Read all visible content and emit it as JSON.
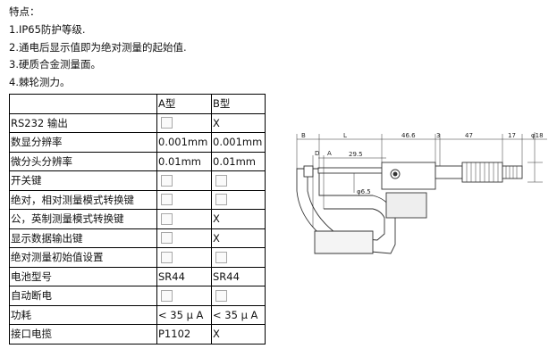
{
  "features": {
    "title": "特点：",
    "items": [
      "1.IP65防护等级.",
      "2.通电后显示值即为绝对测量的起始值.",
      "3.硬质合金测量面。",
      "4.棘轮测力。"
    ]
  },
  "table": {
    "headers": [
      "",
      "A型",
      "B型"
    ],
    "rows": [
      {
        "label": "RS232 输出",
        "a": "",
        "a_checkbox": true,
        "b": "X",
        "b_checkbox": false
      },
      {
        "label": "数显分辨率",
        "a": "0.001mm",
        "a_checkbox": false,
        "b": "0.001mm",
        "b_checkbox": false
      },
      {
        "label": "微分头分辨率",
        "a": "0.01mm",
        "a_checkbox": false,
        "b": "0.01mm",
        "b_checkbox": false
      },
      {
        "label": "开关键",
        "a": "",
        "a_checkbox": true,
        "b": "",
        "b_checkbox": true
      },
      {
        "label": "绝对，相对测量模式转换键",
        "a": "",
        "a_checkbox": true,
        "b": "",
        "b_checkbox": true
      },
      {
        "label": "公，英制测量模式转换键",
        "a": "",
        "a_checkbox": true,
        "b": "X",
        "b_checkbox": false
      },
      {
        "label": "显示数据输出键",
        "a": "",
        "a_checkbox": true,
        "b": "X",
        "b_checkbox": false
      },
      {
        "label": "绝对测量初始值设置",
        "a": "",
        "a_checkbox": true,
        "b": "",
        "b_checkbox": true
      },
      {
        "label": "电池型号",
        "a": "SR44",
        "a_checkbox": false,
        "b": "SR44",
        "b_checkbox": false
      },
      {
        "label": "自动断电",
        "a": "",
        "a_checkbox": true,
        "b": "",
        "b_checkbox": true
      },
      {
        "label": "功耗",
        "a": "< 35 μ A",
        "a_checkbox": false,
        "b": "< 35 μ A",
        "b_checkbox": false
      },
      {
        "label": "接口电揽",
        "a": "P1102",
        "a_checkbox": false,
        "b": "X",
        "b_checkbox": false
      }
    ]
  },
  "drawing": {
    "labels": {
      "b": "B",
      "l": "L",
      "d": "D",
      "a": "A",
      "w465": "46.6",
      "w3": "3",
      "w47": "47",
      "w17": "17",
      "dia18": "φ18",
      "w295": "29.5",
      "dia65": "φ6.5"
    }
  }
}
